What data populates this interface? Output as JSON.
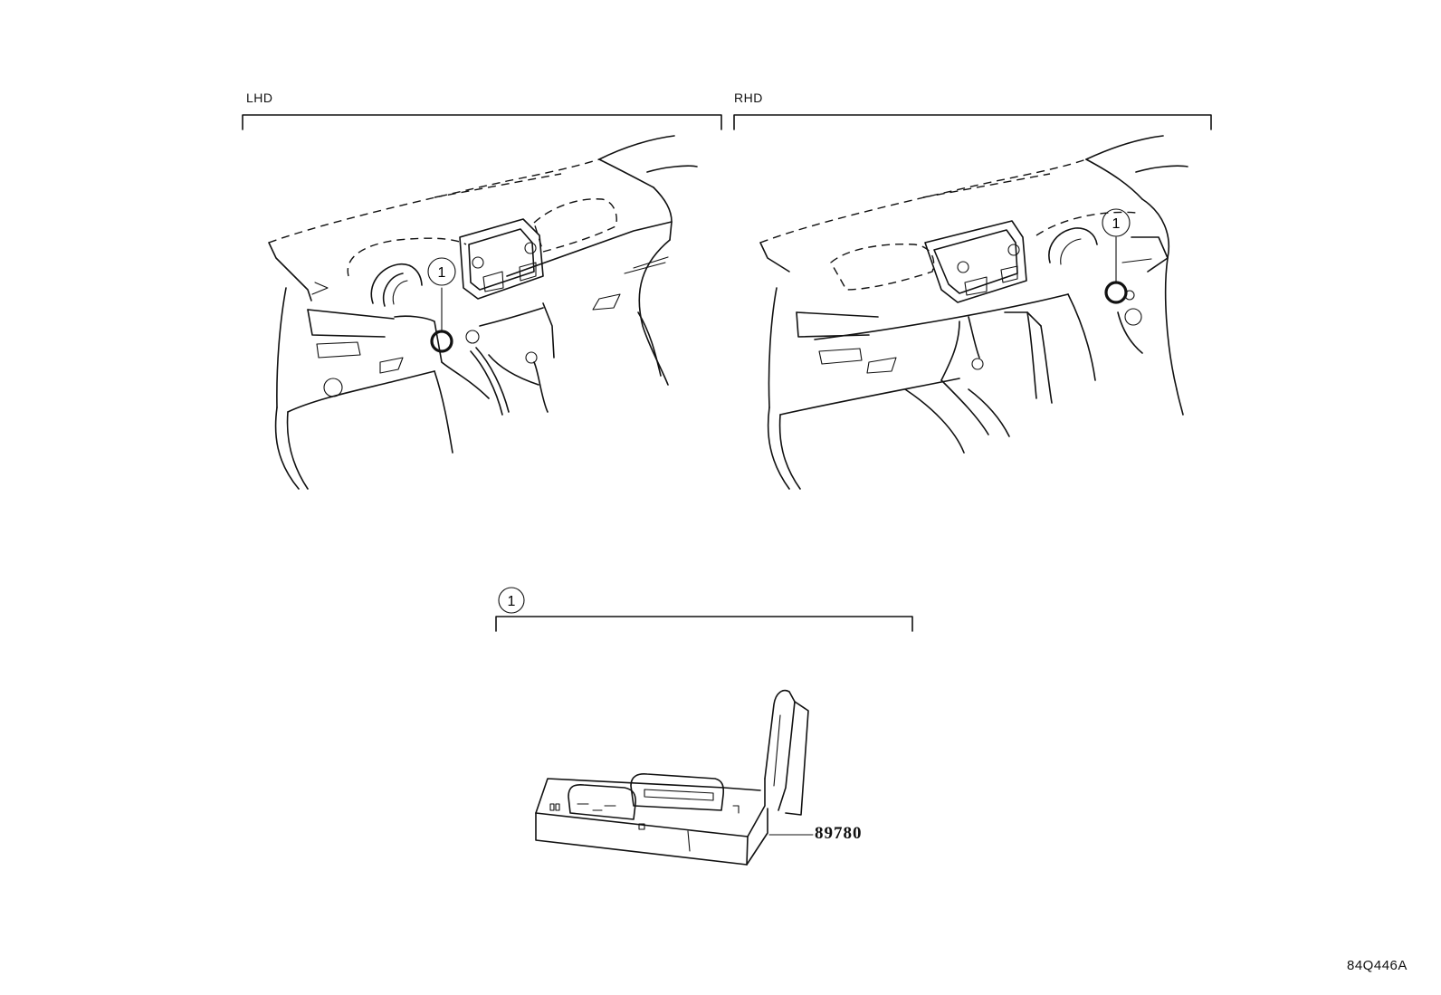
{
  "panels": {
    "lhd": {
      "label": "LHD"
    },
    "rhd": {
      "label": "RHD"
    },
    "detail": {
      "label": "1"
    }
  },
  "callouts": {
    "lhd_marker": "1",
    "rhd_marker": "1"
  },
  "part": {
    "number": "89780"
  },
  "diagram_code": "84Q446A"
}
